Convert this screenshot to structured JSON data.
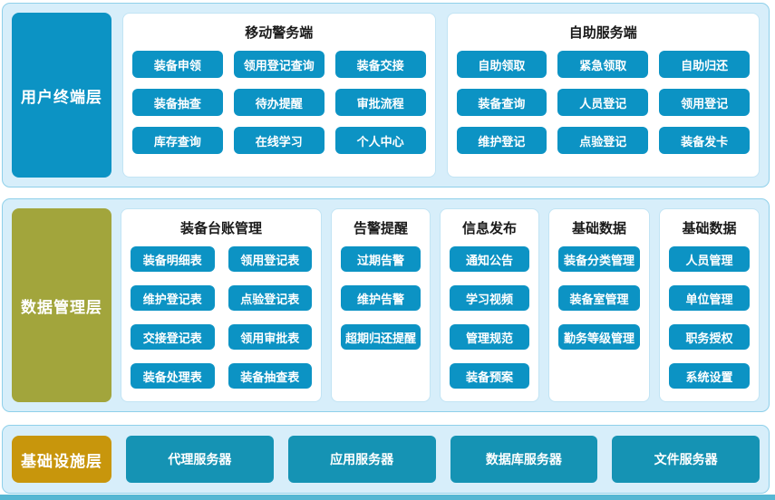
{
  "colors": {
    "button_cyan": "#0c93c4",
    "label_olive": "#a2a53c",
    "label_gold": "#c8960c",
    "server_teal": "#1593b4",
    "layer_background": "#d7eefa",
    "layer_border": "#8fd0ea",
    "bottom_strip": "#55b7d3"
  },
  "layers": [
    {
      "label": "用户终端层",
      "panels": [
        {
          "title": "移动警务端",
          "buttons": [
            "装备申领",
            "领用登记查询",
            "装备交接",
            "装备抽查",
            "待办提醒",
            "审批流程",
            "库存查询",
            "在线学习",
            "个人中心"
          ]
        },
        {
          "title": "自助服务端",
          "buttons": [
            "自助领取",
            "紧急领取",
            "自助归还",
            "装备查询",
            "人员登记",
            "领用登记",
            "维护登记",
            "点验登记",
            "装备发卡"
          ]
        }
      ]
    },
    {
      "label": "数据管理层",
      "panels": [
        {
          "title": "装备台账管理",
          "buttons": [
            "装备明细表",
            "领用登记表",
            "维护登记表",
            "点验登记表",
            "交接登记表",
            "领用审批表",
            "装备处理表",
            "装备抽查表"
          ]
        },
        {
          "title": "告警提醒",
          "buttons": [
            "过期告警",
            "维护告警",
            "超期归还提醒"
          ]
        },
        {
          "title": "信息发布",
          "buttons": [
            "通知公告",
            "学习视频",
            "管理规范",
            "装备预案"
          ]
        },
        {
          "title": "基础数据",
          "buttons": [
            "装备分类管理",
            "装备室管理",
            "勤务等级管理"
          ]
        },
        {
          "title": "基础数据",
          "buttons": [
            "人员管理",
            "单位管理",
            "职务授权",
            "系统设置"
          ]
        }
      ]
    },
    {
      "label": "基础设施层",
      "servers": [
        "代理服务器",
        "应用服务器",
        "数据库服务器",
        "文件服务器"
      ]
    }
  ]
}
